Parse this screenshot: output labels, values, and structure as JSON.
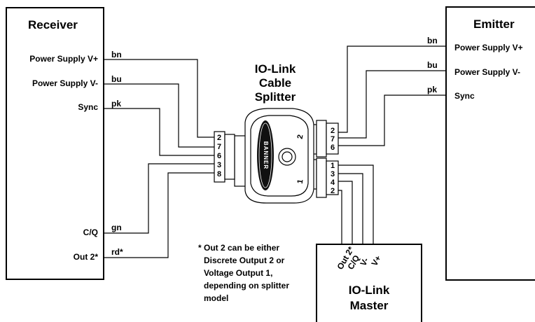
{
  "receiver": {
    "title": "Receiver",
    "labels": [
      "Power Supply V+",
      "Power Supply V-",
      "Sync",
      "C/Q",
      "Out 2*"
    ]
  },
  "emitter": {
    "title": "Emitter",
    "labels": [
      "Power Supply V+",
      "Power Supply V-",
      "Sync"
    ]
  },
  "splitter": {
    "title_lines": [
      "IO-Link",
      "Cable",
      "Splitter"
    ],
    "brand": "BANNER",
    "port_labels": [
      "2",
      "1"
    ],
    "left_pins": [
      "2",
      "7",
      "6",
      "3",
      "8"
    ],
    "right_top_pins": [
      "2",
      "7",
      "6"
    ],
    "right_bottom_pins": [
      "1",
      "3",
      "4",
      "2"
    ]
  },
  "receiver_wires": [
    "bn",
    "bu",
    "pk",
    "gn",
    "rd*"
  ],
  "emitter_wires": [
    "bn",
    "bu",
    "pk"
  ],
  "master": {
    "title_lines": [
      "IO-Link",
      "Master"
    ],
    "pin_labels": [
      "Out 2*",
      "C/Q",
      "V-",
      "V+"
    ]
  },
  "footnote": {
    "lines": [
      "* Out 2 can be either",
      "Discrete Output 2 or",
      "Voltage Output 1,",
      "depending on splitter",
      "model"
    ]
  }
}
